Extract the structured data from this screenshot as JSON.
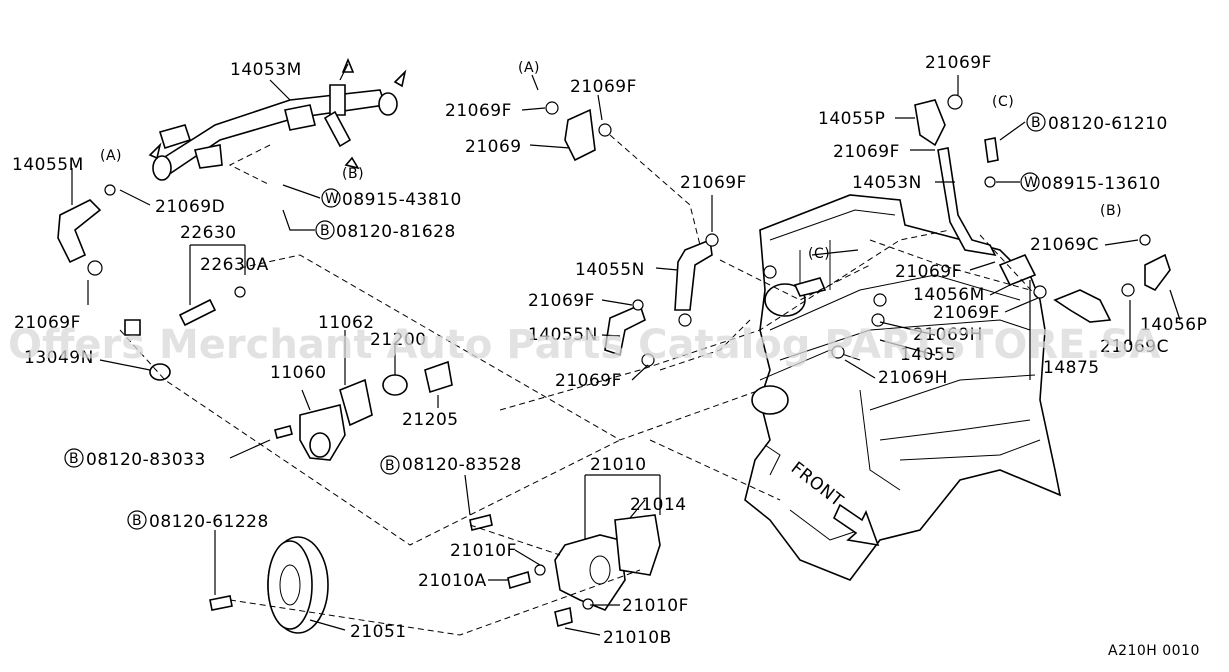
{
  "labels": {
    "l14053M_top": "14053M",
    "l14055M": "14055M",
    "lA1": "(A)",
    "lB1": "(B)",
    "l21069D": "21069D",
    "w_43810": "08915-43810",
    "b_81628": "08120-81628",
    "l22630": "22630",
    "l22630A": "22630A",
    "l21069F_left": "21069F",
    "l13049N": "13049N",
    "l11062": "11062",
    "l11060": "11060",
    "l21200": "21200",
    "l21205": "21205",
    "b_83033": "08120-83033",
    "b_83528": "08120-83528",
    "l21010": "21010",
    "l21014": "21014",
    "l21010F_a": "21010F",
    "l21010A": "21010A",
    "l21010F_b": "21010F",
    "l21010B": "21010B",
    "b_61228": "08120-61228",
    "l21051": "21051",
    "lA2": "(A)",
    "l21069F_a": "21069F",
    "l21069F_b": "21069F",
    "l21069_mid": "21069",
    "l21069F_c": "21069F",
    "l14055N": "14055N",
    "l21069F_d": "21069F",
    "l14055N_b": "14055N",
    "l21069F_e": "21069F",
    "lC1": "(C)",
    "l21069F_top": "21069F",
    "lC2": "(C)",
    "l14055P": "14055P",
    "b_61210": "08120-61210",
    "l21069F_f": "21069F",
    "l14053N": "14053N",
    "w_13610": "08915-13610",
    "lB2": "(B)",
    "l21069C_a": "21069C",
    "l21069F_g": "21069F",
    "l14056M": "14056M",
    "l21069F_h": "21069F",
    "l21069H_a": "21069H",
    "l14055": "14055",
    "l21069H_b": "21069H",
    "l14875": "14875",
    "l14056P": "14056P",
    "l21069C_b": "21069C",
    "front": "FRONT",
    "ref": "A210H 0010",
    "circ_b": "B",
    "circ_w": "W"
  },
  "watermark": "Offers Merchant Auto Parts Catalog PARTSTORE.SA",
  "colors": {
    "ink": "#000000",
    "background": "#ffffff",
    "watermark": "#d9d9d9"
  }
}
